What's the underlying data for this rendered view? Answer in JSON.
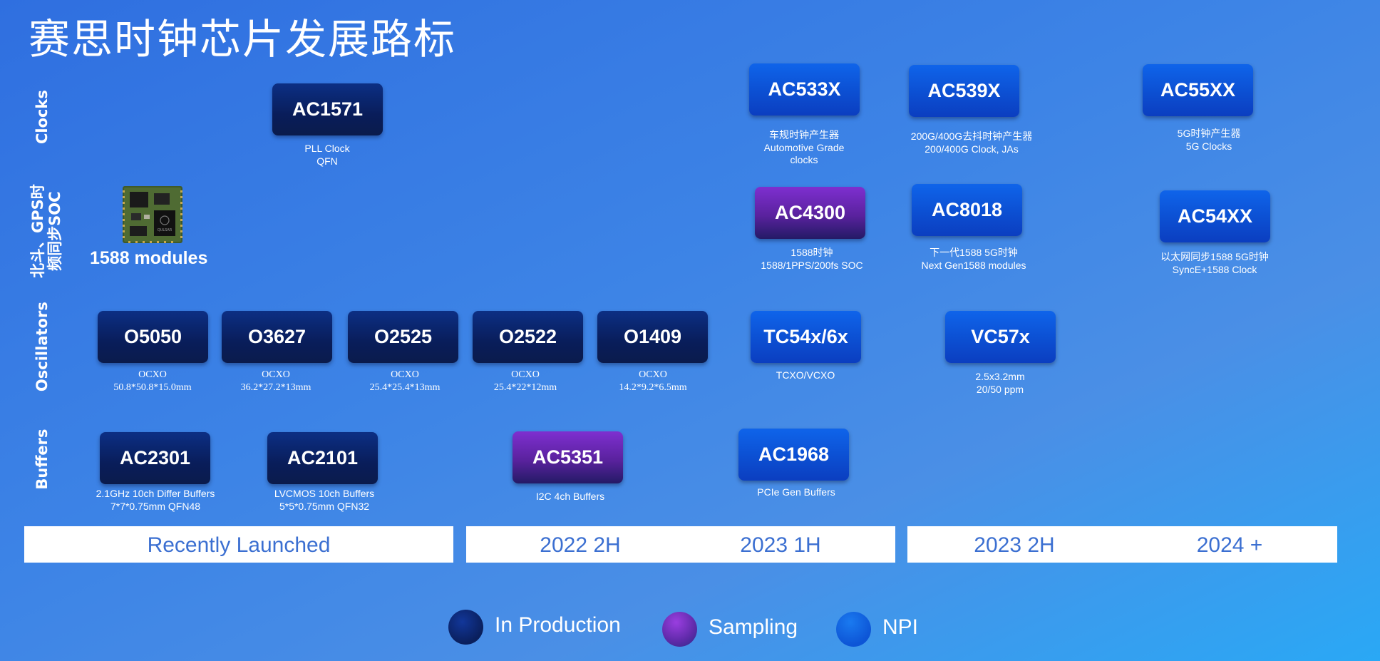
{
  "title": "赛思时钟芯片发展路标",
  "rows": {
    "clocks": "Clocks",
    "soc": [
      "北斗、GPS时",
      "频同步SOC"
    ],
    "oscillators": "Oscillators",
    "buffers": "Buffers"
  },
  "module_label": "1588 modules",
  "module_chip_text": "QULSAR",
  "chips": [
    {
      "name": "AC1571",
      "status": "prod",
      "desc": [
        "PLL Clock",
        "QFN"
      ]
    },
    {
      "name": "AC533X",
      "status": "npi",
      "desc": [
        "车规时钟产生器",
        "Automotive  Grade",
        "clocks"
      ]
    },
    {
      "name": "AC539X",
      "status": "npi",
      "desc": [
        "200G/400G去抖时钟产生器",
        "200/400G  Clock, JAs"
      ]
    },
    {
      "name": "AC55XX",
      "status": "npi",
      "desc": [
        "5G时钟产生器",
        "5G Clocks"
      ]
    },
    {
      "name": "AC4300",
      "status": "samp",
      "desc": [
        "1588时钟",
        "1588/1PPS/200fs SOC"
      ]
    },
    {
      "name": "AC8018",
      "status": "npi",
      "desc": [
        "下一代1588 5G时钟",
        "Next Gen1588 modules"
      ]
    },
    {
      "name": "AC54XX",
      "status": "npi",
      "desc": [
        "以太网同步1588 5G时钟",
        "SyncE+1588 Clock"
      ]
    },
    {
      "name": "O5050",
      "status": "prod",
      "desc": [
        "OCXO",
        "50.8*50.8*15.0mm"
      ]
    },
    {
      "name": "O3627",
      "status": "prod",
      "desc": [
        "OCXO",
        "36.2*27.2*13mm"
      ]
    },
    {
      "name": "O2525",
      "status": "prod",
      "desc": [
        "OCXO",
        "25.4*25.4*13mm"
      ]
    },
    {
      "name": "O2522",
      "status": "prod",
      "desc": [
        "OCXO",
        "25.4*22*12mm"
      ]
    },
    {
      "name": "O1409",
      "status": "prod",
      "desc": [
        "OCXO",
        "14.2*9.2*6.5mm"
      ]
    },
    {
      "name": "TC54x/6x",
      "status": "npi",
      "desc": [
        "TCXO/VCXO"
      ]
    },
    {
      "name": "VC57x",
      "status": "npi",
      "desc": [
        "2.5x3.2mm",
        "20/50 ppm"
      ]
    },
    {
      "name": "AC2301",
      "status": "prod",
      "desc": [
        "2.1GHz 10ch Differ Buffers",
        "7*7*0.75mm QFN48"
      ]
    },
    {
      "name": "AC2101",
      "status": "prod",
      "desc": [
        "LVCMOS 10ch Buffers",
        "5*5*0.75mm QFN32"
      ]
    },
    {
      "name": "AC5351",
      "status": "samp",
      "desc": [
        "I2C 4ch Buffers"
      ]
    },
    {
      "name": "AC1968",
      "status": "npi",
      "desc": [
        "PCIe Gen  Buffers"
      ]
    }
  ],
  "periods": [
    "Recently Launched",
    "2022 2H",
    "2023 1H",
    "2023 2H",
    "2024 +"
  ],
  "legend": [
    {
      "label": "In Production",
      "status": "prod"
    },
    {
      "label": "Sampling",
      "status": "samp"
    },
    {
      "label": "NPI",
      "status": "npi"
    }
  ]
}
